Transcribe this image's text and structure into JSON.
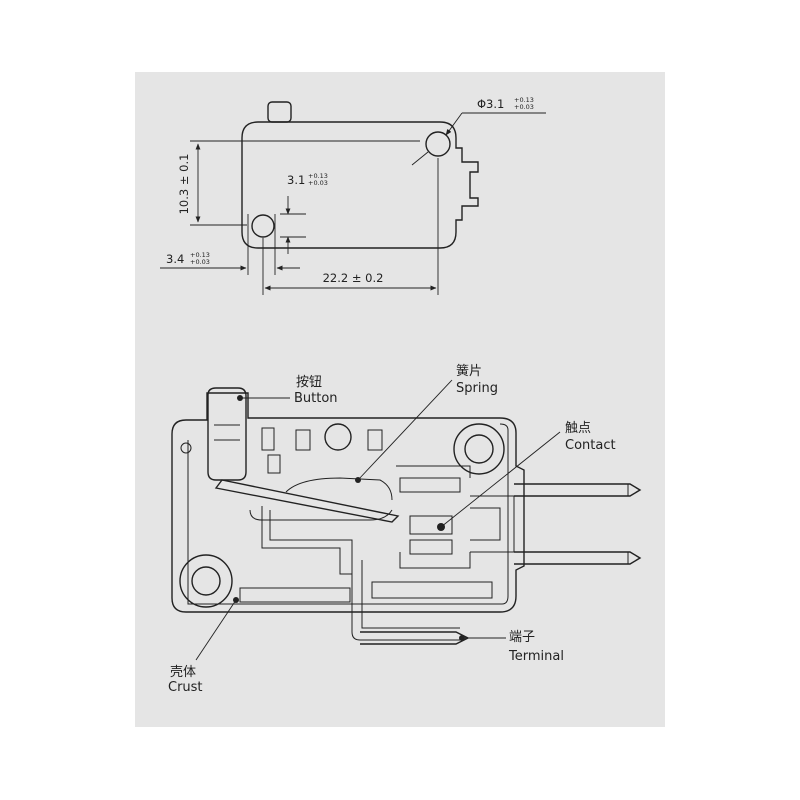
{
  "dimensions": {
    "hole_dia": "Φ3.1",
    "hole_dia_tol_plus": "+0.13",
    "hole_dia_tol_minus": "+0.03",
    "height": "10.3 ± 0.1",
    "hole_pos": "3.1",
    "hole_pos_tol_plus": "+0.13",
    "hole_pos_tol_minus": "+0.03",
    "hole_offset": "3.4",
    "hole_offset_tol_plus": "+0.13",
    "hole_offset_tol_minus": "+0.03",
    "length": "22.2 ± 0.2"
  },
  "labels": {
    "button_cn": "按钮",
    "button_en": "Button",
    "spring_cn": "簧片",
    "spring_en": "Spring",
    "contact_cn": "触点",
    "contact_en": "Contact",
    "terminal_cn": "端子",
    "terminal_en": "Terminal",
    "crust_cn": "壳体",
    "crust_en": "Crust"
  }
}
